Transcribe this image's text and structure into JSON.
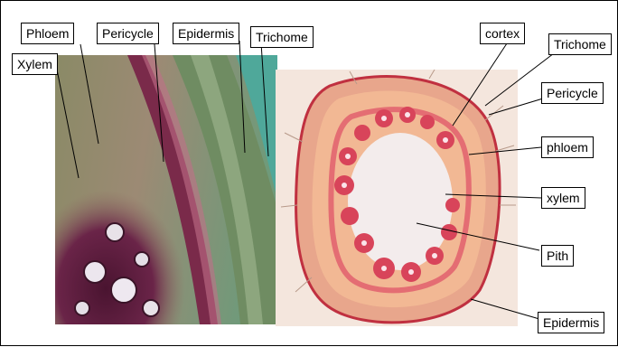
{
  "left_labels": {
    "phloem": "Phloem",
    "pericycle": "Pericycle",
    "epidermis": "Epidermis",
    "trichome": "Trichome",
    "xylem": "Xylem"
  },
  "right_labels": {
    "cortex": "cortex",
    "trichome": "Trichome",
    "pericycle": "Pericycle",
    "phloem": "phloem",
    "xylem": "xylem",
    "pith": "Pith",
    "epidermis": "Epidermis"
  },
  "colors": {
    "left_tissue_green": "#7c8a5e",
    "left_tissue_purple": "#7a2a4a",
    "left_background_teal": "#4fa89a",
    "right_background": "#f4e6dd",
    "right_stem_red": "#d8445a",
    "right_pith": "#f3ecec"
  }
}
